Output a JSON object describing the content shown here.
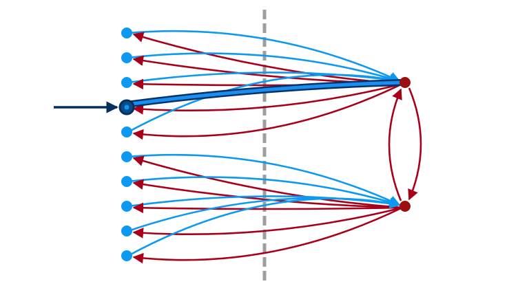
{
  "colors": {
    "left_node": "#0d99f0",
    "left_node_selected_fill": "#0b4a8a",
    "left_node_selected_ring": "#062f5e",
    "hub_node": "#9a0f10",
    "outgoing_edge": "#0d99f0",
    "incoming_edge": "#a8001a",
    "incoming_arrow": "#062f5e",
    "highlight_edge_outer": "#06326a",
    "highlight_edge_inner": "#1a8ff0",
    "divider": "#9e9e9e"
  },
  "diagram": {
    "left_node_count": 10,
    "selected_left_index": 3,
    "upper_hub_connects": [
      0,
      1,
      2,
      3,
      4
    ],
    "lower_hub_connects": [
      5,
      6,
      7,
      8,
      9
    ],
    "hubs_bidirectional": true,
    "divider_style": "dashed"
  }
}
